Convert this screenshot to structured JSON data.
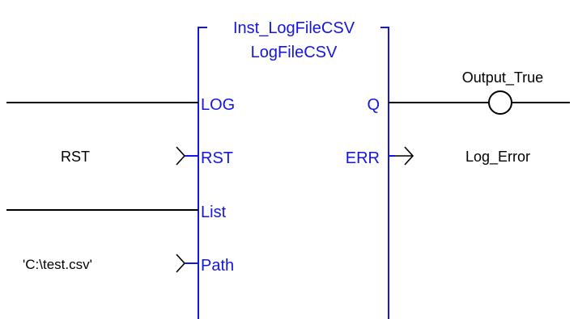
{
  "block": {
    "instance_name": "Inst_LogFileCSV",
    "type_name": "LogFileCSV",
    "inputs": [
      {
        "label": "LOG"
      },
      {
        "label": "RST"
      },
      {
        "label": "List"
      },
      {
        "label": "Path"
      }
    ],
    "outputs": [
      {
        "label": "Q"
      },
      {
        "label": "ERR"
      }
    ]
  },
  "wiring": {
    "rst_variable": "RST",
    "path_constant": "'C:\\test.csv'",
    "q_coil": "Output_True",
    "err_variable": "Log_Error"
  },
  "colors": {
    "block": "#1515e0",
    "wire": "#000000",
    "background": "#ffffff"
  }
}
